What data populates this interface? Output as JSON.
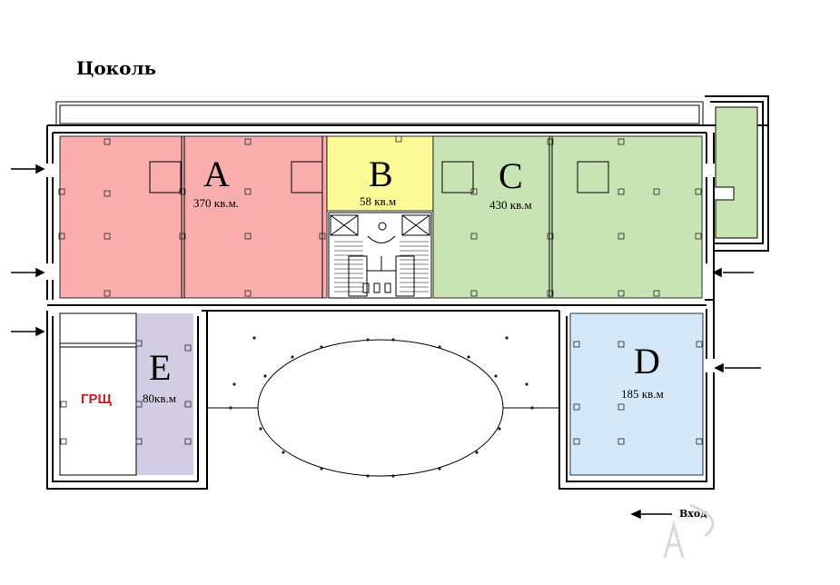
{
  "title": "Цоколь",
  "colors": {
    "A": "#f9adad",
    "B": "#fafa96",
    "C": "#c8e3b4",
    "D": "#d4e8f8",
    "E": "#d2cde3",
    "tech": "#c8e3b4",
    "grsh_label": "#d11b1b",
    "watermark": "#d9d9d9"
  },
  "zones": [
    {
      "id": "A",
      "letter": "A",
      "area": "370 кв.м."
    },
    {
      "id": "B",
      "letter": "B",
      "area": "58 кв.м"
    },
    {
      "id": "C",
      "letter": "C",
      "area": "430 кв.м"
    },
    {
      "id": "D",
      "letter": "D",
      "area": "185 кв.м"
    },
    {
      "id": "E",
      "letter": "E",
      "area": "80кв.м"
    }
  ],
  "grsh_label": "ГРЩ",
  "entry_label": "Вход"
}
